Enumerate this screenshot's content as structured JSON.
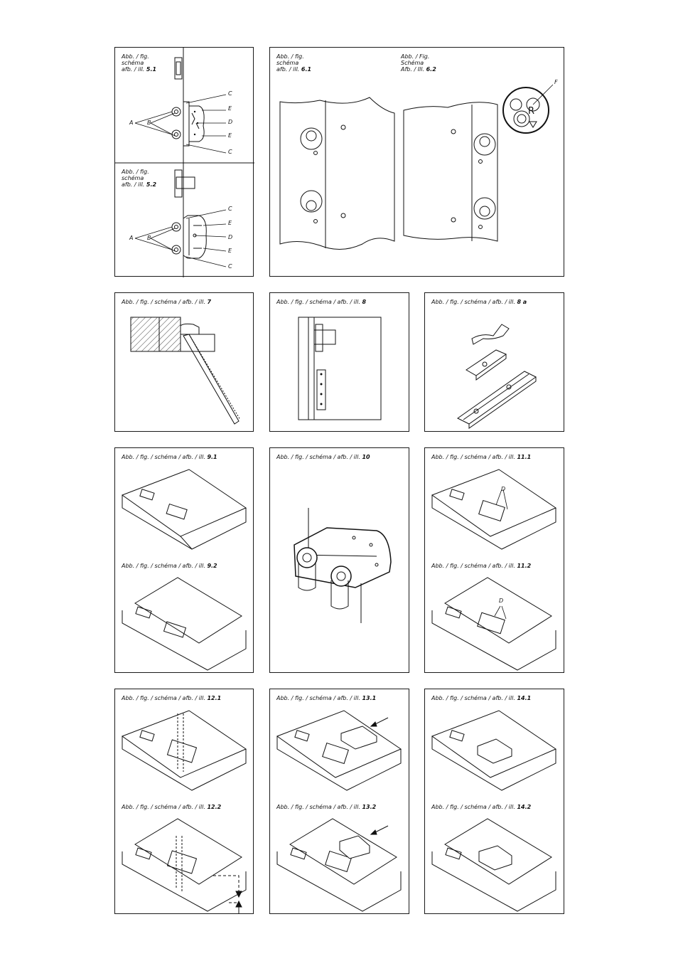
{
  "figures": {
    "f51": {
      "line1": "Abb. / fig.",
      "line2": "schéma",
      "line3": "afb. / ill. ",
      "num": "5.1"
    },
    "f52": {
      "line1": "Abb. / fig.",
      "line2": "schéma",
      "line3": "afb. / ill. ",
      "num": "5.2"
    },
    "f61": {
      "line1": "Abb. / fig.",
      "line2": "schéma",
      "line3": "afb. / ill. ",
      "num": "6.1"
    },
    "f62": {
      "line1": "Abb. / Fig.",
      "line2": "Schéma",
      "line3": "Afb. / Ill. ",
      "num": "6.2"
    },
    "f7": {
      "prefix": "Abb. / fig. / schéma / afb. / ill. ",
      "num": "7"
    },
    "f8": {
      "prefix": "Abb. / fig. / schéma / afb. / ill. ",
      "num": "8"
    },
    "f8a": {
      "prefix": "Abb. / fig. / schéma / afb. / ill. ",
      "num": "8 a"
    },
    "f91": {
      "prefix": "Abb. / fig. / schéma / afb. / ill. ",
      "num": "9.1"
    },
    "f92": {
      "prefix": "Abb. / fig. / schéma / afb. / ill. ",
      "num": "9.2"
    },
    "f10": {
      "prefix": "Abb. / fig. / schéma / afb. / ill. ",
      "num": "10"
    },
    "f111": {
      "prefix": "Abb. / fig. / schéma / afb. / ill. ",
      "num": "11.1"
    },
    "f112": {
      "prefix": "Abb. / fig. / schéma / afb. / ill. ",
      "num": "11.2"
    },
    "f121": {
      "prefix": "Abb. / fig. / schéma / afb. / ill. ",
      "num": "12.1"
    },
    "f122": {
      "prefix": "Abb. / fig. / schéma / afb. / ill. ",
      "num": "12.2"
    },
    "f131": {
      "prefix": "Abb. / fig. / schéma / afb. / ill. ",
      "num": "13.1"
    },
    "f132": {
      "prefix": "Abb. / fig. / schéma / afb. / ill. ",
      "num": "13.2"
    },
    "f141": {
      "prefix": "Abb. / fig. / schéma / afb. / ill. ",
      "num": "14.1"
    },
    "f142": {
      "prefix": "Abb. / fig. / schéma / afb. / ill. ",
      "num": "14.2"
    }
  },
  "labels": {
    "A": "A",
    "B": "B",
    "C": "C",
    "D": "D",
    "E": "E",
    "F": "F",
    "R": "R"
  }
}
